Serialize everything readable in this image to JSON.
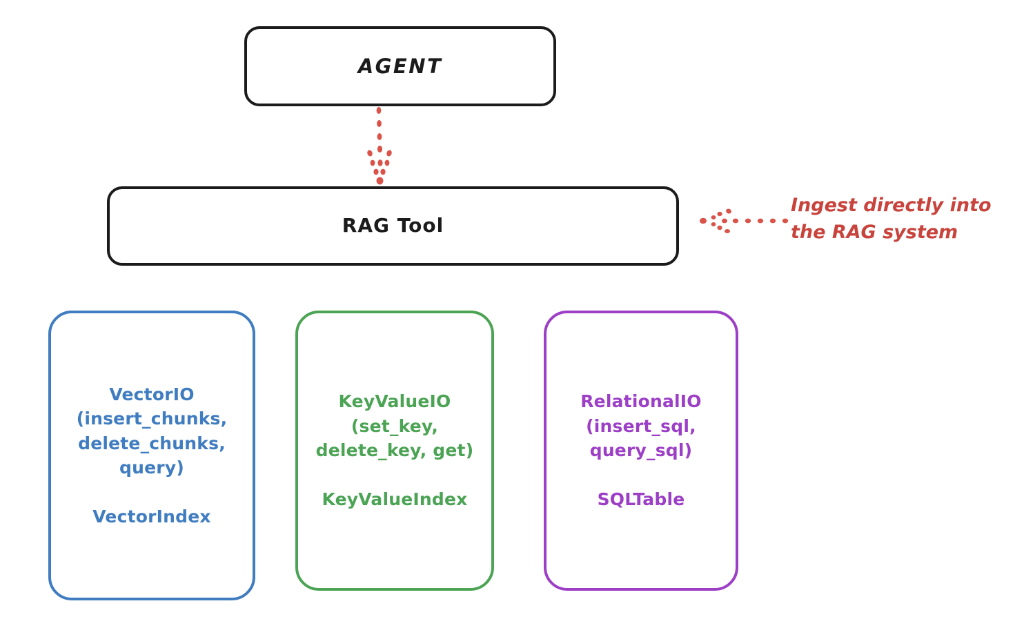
{
  "diagram": {
    "type": "architecture-flow",
    "background": "#ffffff",
    "nodes": [
      {
        "id": "agent",
        "label": "AGENT",
        "color": "#1b1b1b",
        "style": "rounded-rect-black"
      },
      {
        "id": "rag-tool",
        "label": "RAG Tool",
        "color": "#1b1b1b",
        "style": "rounded-rect-black"
      },
      {
        "id": "vector-io",
        "label": "VectorIO\n(insert_chunks,\ndelete_chunks,\nquery)\n\nVectorIndex",
        "color": "#3f7cc0",
        "style": "rounded-rect-colored"
      },
      {
        "id": "key-value-io",
        "label": "KeyValueIO\n(set_key,\ndelete_key, get)\n\nKeyValueIndex",
        "color": "#4ba354",
        "style": "rounded-rect-colored"
      },
      {
        "id": "relational-io",
        "label": "RelationalIO\n(insert_sql,\nquery_sql)\n\nSQLTable",
        "color": "#9c3fc6",
        "style": "rounded-rect-colored"
      }
    ],
    "connectors": [
      {
        "id": "agent-to-rag-tool",
        "from": "agent",
        "to": "rag-tool",
        "style": "dotted",
        "direction": "down",
        "color": "#d9534a"
      },
      {
        "id": "ingest-to-rag-tool",
        "from": "annotation",
        "to": "rag-tool",
        "style": "dotted",
        "direction": "left",
        "color": "#d9534a"
      }
    ],
    "annotations": [
      {
        "id": "ingest-note",
        "text": "Ingest directly into\nthe RAG system",
        "color": "#c8433c"
      }
    ]
  }
}
